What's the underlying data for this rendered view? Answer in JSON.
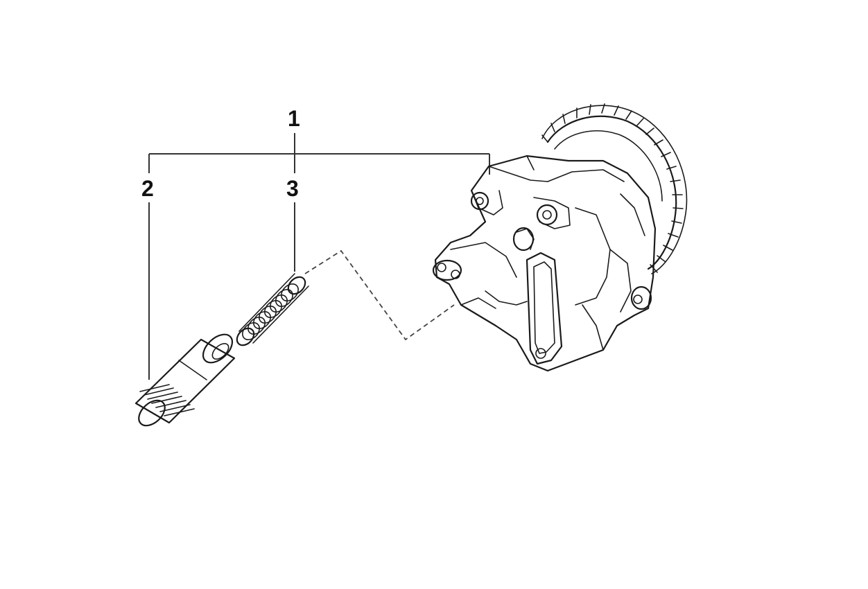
{
  "diagram": {
    "callouts": [
      {
        "id": "1",
        "label": "1"
      },
      {
        "id": "2",
        "label": "2"
      },
      {
        "id": "3",
        "label": "3"
      }
    ],
    "parts": [
      {
        "callout": "1",
        "icon": "oil-pump-assembly-icon"
      },
      {
        "callout": "2",
        "icon": "splined-sleeve-icon"
      },
      {
        "callout": "3",
        "icon": "coil-spring-icon"
      }
    ],
    "line_color": "#1a1a1a",
    "background": "#ffffff"
  }
}
